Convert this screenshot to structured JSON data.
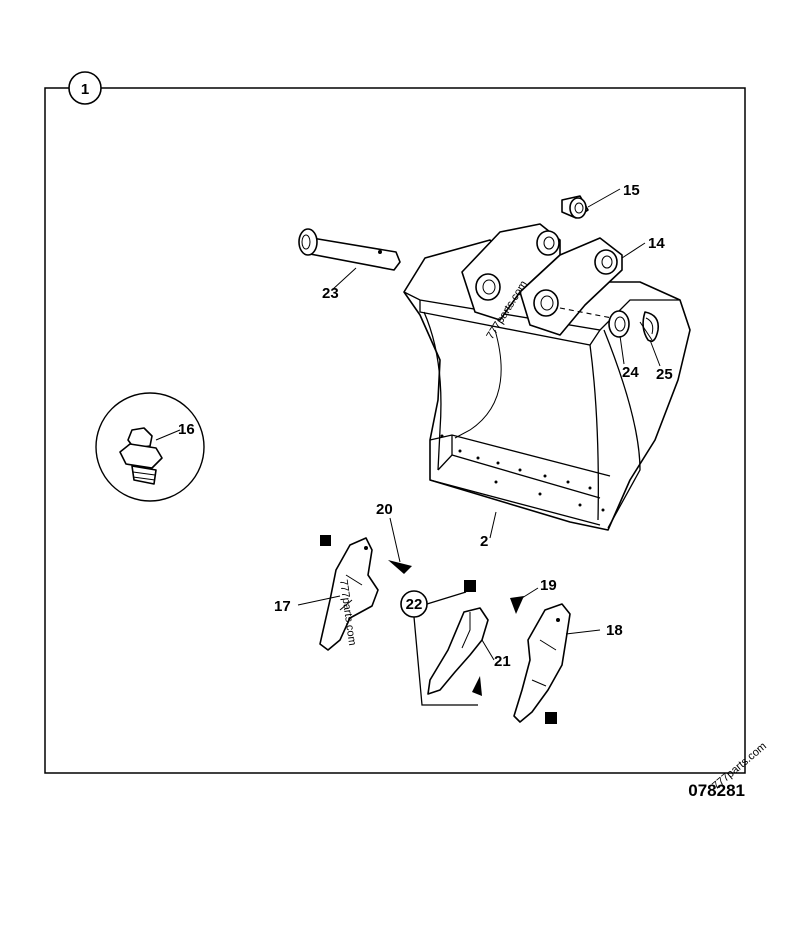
{
  "figure": {
    "ref_number": "078281",
    "view_number": "1",
    "watermark": "777parts.com"
  },
  "callouts": {
    "c2": "2",
    "c14": "14",
    "c15": "15",
    "c16": "16",
    "c17": "17",
    "c18": "18",
    "c19": "19",
    "c20": "20",
    "c21": "21",
    "c22": "22",
    "c23": "23",
    "c24": "24",
    "c25": "25"
  }
}
